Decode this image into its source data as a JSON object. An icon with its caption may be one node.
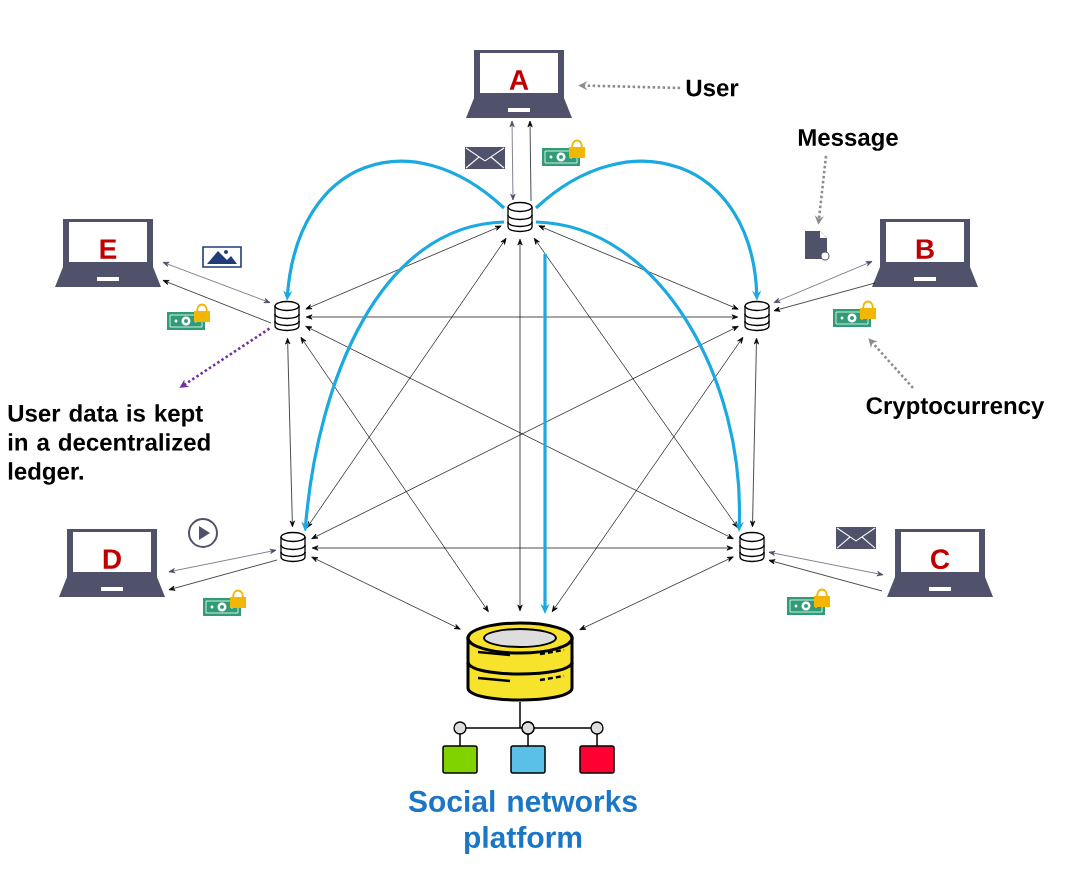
{
  "diagram": {
    "nodes": [
      {
        "text": [
          "A"
        ]
      },
      {
        "text": [
          "B"
        ]
      },
      {
        "text": [
          "C"
        ]
      },
      {
        "text": [
          "D"
        ]
      },
      {
        "text": [
          "E"
        ]
      },
      {
        "text": [],
        "shape": "cylinder"
      },
      {
        "text": [],
        "shape": "cylinder"
      },
      {
        "text": [],
        "shape": "cylinder"
      },
      {
        "text": [],
        "shape": "cylinder"
      },
      {
        "text": [],
        "shape": "cylinder"
      },
      {
        "text": [],
        "shape": "cylinder",
        "beside": [
          "Social networks platform"
        ]
      },
      {
        "text": [
          "User"
        ]
      },
      {
        "text": [
          "Message"
        ]
      },
      {
        "text": [],
        "shape": "document"
      },
      {
        "text": [
          "Cryptocurrency"
        ]
      },
      {
        "text": [],
        "shape": "banknote"
      },
      {
        "text": [
          "User data is kept in a decentralized ledger."
        ]
      }
    ],
    "edges": [
      {
        "from": 11,
        "to": 0,
        "arrow": "to",
        "style": "dashed",
        "color": "#8c8c8c"
      },
      {
        "from": 12,
        "to": 13,
        "arrow": "to",
        "style": "dashed",
        "color": "#8c8c8c"
      },
      {
        "from": 14,
        "to": 15,
        "arrow": "to",
        "style": "dashed",
        "color": "#8c8c8c"
      },
      {
        "from": 6,
        "to": 16,
        "arrow": "to",
        "style": "dashed",
        "color": "#7030a0"
      },
      {
        "from": 0,
        "to": 5,
        "arrow": "both",
        "color": "#4a4d66"
      },
      {
        "from": 5,
        "to": 0,
        "arrow": "to"
      },
      {
        "from": 1,
        "to": 7,
        "arrow": "both",
        "color": "#4a4d66"
      },
      {
        "from": 1,
        "to": 7,
        "arrow": "to"
      },
      {
        "from": 2,
        "to": 9,
        "arrow": "both",
        "color": "#4a4d66"
      },
      {
        "from": 2,
        "to": 9,
        "arrow": "to"
      },
      {
        "from": 3,
        "to": 8,
        "arrow": "both",
        "color": "#4a4d66"
      },
      {
        "from": 8,
        "to": 3,
        "arrow": "to"
      },
      {
        "from": 4,
        "to": 6,
        "arrow": "both",
        "color": "#4a4d66"
      },
      {
        "from": 6,
        "to": 4,
        "arrow": "to"
      },
      {
        "from": 5,
        "to": 6,
        "arrow": "both"
      },
      {
        "from": 5,
        "to": 7,
        "arrow": "both"
      },
      {
        "from": 5,
        "to": 8,
        "arrow": "both"
      },
      {
        "from": 5,
        "to": 9,
        "arrow": "both"
      },
      {
        "from": 6,
        "to": 7,
        "arrow": "both"
      },
      {
        "from": 6,
        "to": 8,
        "arrow": "both"
      },
      {
        "from": 6,
        "to": 9,
        "arrow": "both"
      },
      {
        "from": 7,
        "to": 8,
        "arrow": "both"
      },
      {
        "from": 7,
        "to": 9,
        "arrow": "both"
      },
      {
        "from": 8,
        "to": 9,
        "arrow": "both"
      },
      {
        "from": 5,
        "to": 10,
        "arrow": "both"
      },
      {
        "from": 6,
        "to": 10,
        "arrow": "both"
      },
      {
        "from": 7,
        "to": 10,
        "arrow": "both"
      },
      {
        "from": 8,
        "to": 10,
        "arrow": "both"
      },
      {
        "from": 9,
        "to": 10,
        "arrow": "both"
      },
      {
        "from": 5,
        "to": 6,
        "arrow": "to",
        "style": "thick",
        "color": "#1ba9e1"
      },
      {
        "from": 5,
        "to": 7,
        "arrow": "to",
        "style": "thick",
        "color": "#1ba9e1"
      },
      {
        "from": 5,
        "to": 8,
        "arrow": "to",
        "style": "thick",
        "color": "#1ba9e1"
      },
      {
        "from": 5,
        "to": 9,
        "arrow": "to",
        "style": "thick",
        "color": "#1ba9e1"
      },
      {
        "from": 5,
        "to": 10,
        "arrow": "to",
        "style": "thick",
        "color": "#1ba9e1"
      }
    ]
  }
}
